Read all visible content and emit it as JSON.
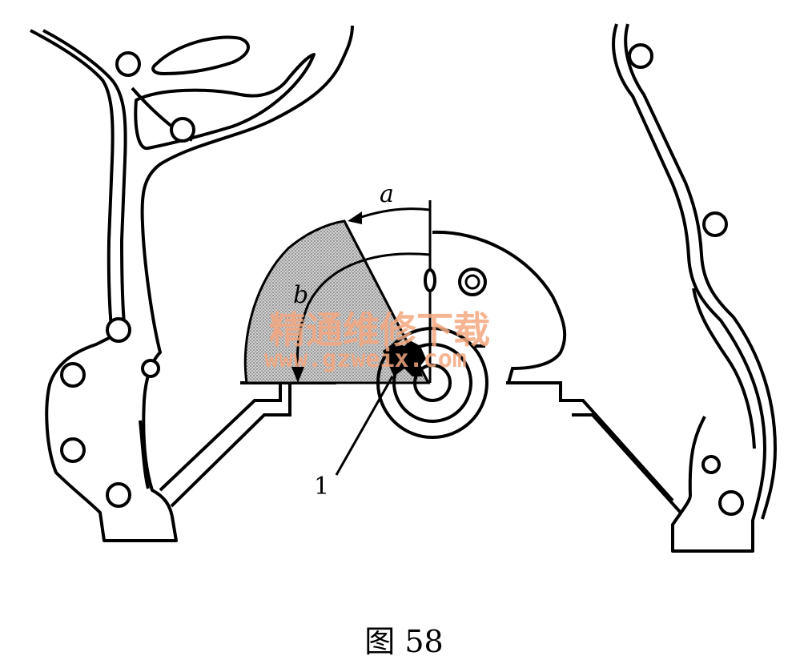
{
  "figure": {
    "caption": "图 58",
    "labels": {
      "angle_a": "a",
      "angle_b": "b",
      "part_1": "1"
    },
    "watermark": {
      "text_cn": "精通维修下载",
      "text_url": "www.gzweix.com"
    },
    "colors": {
      "line": "#000000",
      "shaded_sector": "#bdbdbd",
      "watermark": "#f4a77f"
    }
  }
}
